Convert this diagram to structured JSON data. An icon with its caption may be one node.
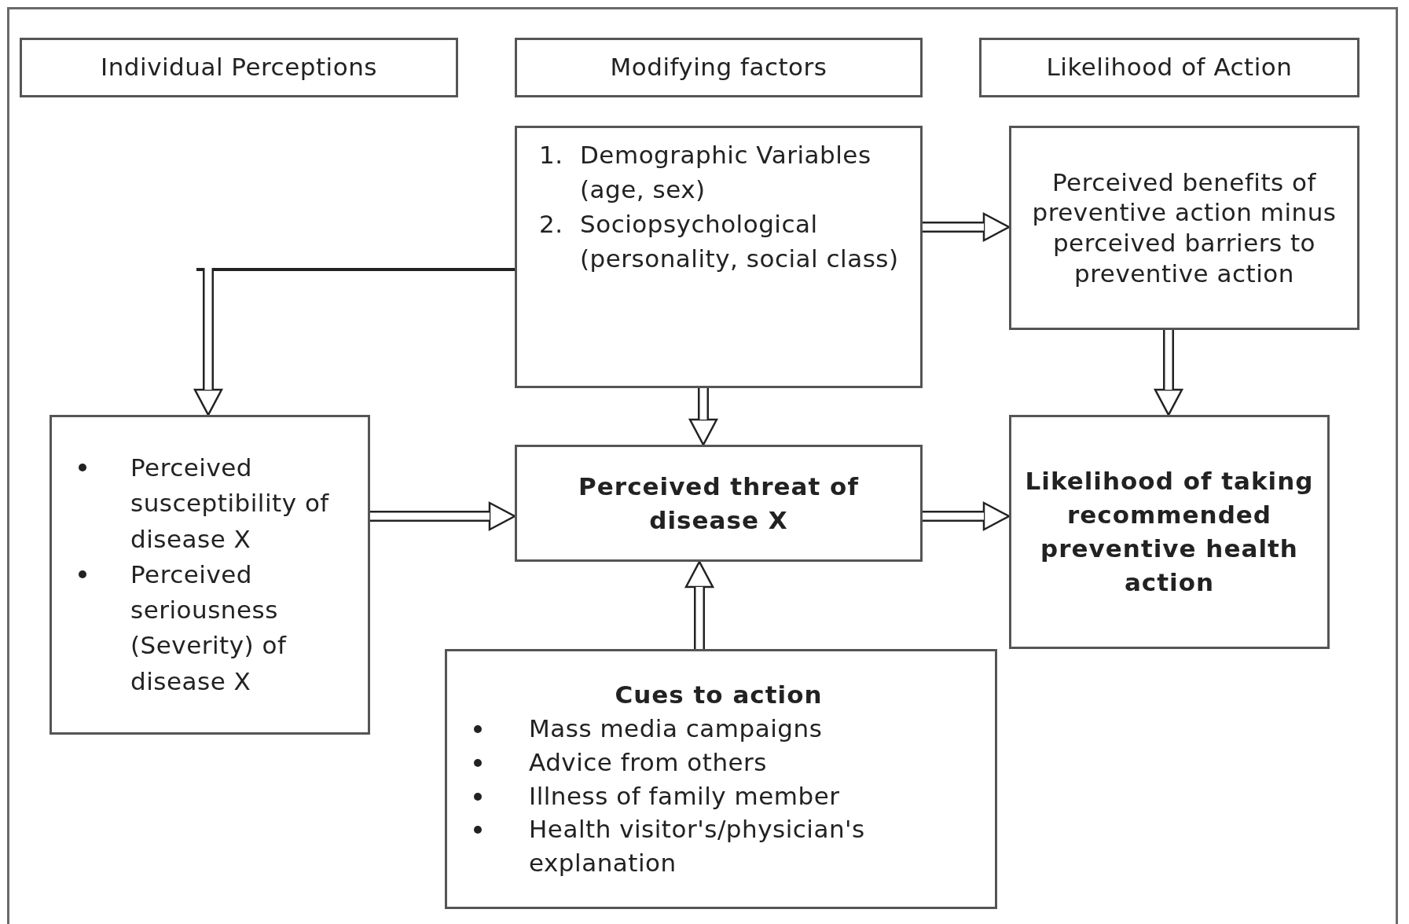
{
  "diagram": {
    "nodes": [
      {
        "text": [
          "Individual Perceptions"
        ]
      },
      {
        "text": [
          "Modifying factors"
        ]
      },
      {
        "text": [
          "Likelihood of Action"
        ]
      },
      {
        "text": [
          "1. Demographic Variables (age, sex)",
          "2. Sociopsychological (personality, social class)"
        ]
      },
      {
        "text": [
          "Perceived benefits of preventive action minus perceived barriers to preventive action"
        ]
      },
      {
        "text": [
          "Perceived susceptibility of disease X",
          "Perceived seriousness (Severity) of disease X"
        ]
      },
      {
        "text": [
          "Perceived threat of disease X"
        ]
      },
      {
        "text": [
          "Likelihood of taking recommended preventive health action"
        ]
      },
      {
        "text": [
          "Cues to action",
          "Mass media campaigns",
          "Advice from others",
          "Illness of family member",
          "Health visitor's/physician's explanation"
        ]
      }
    ],
    "edges": [
      {
        "from": 3,
        "to": 5,
        "arrow": "to"
      },
      {
        "from": 3,
        "to": 4,
        "arrow": "to"
      },
      {
        "from": 3,
        "to": 6,
        "arrow": "to"
      },
      {
        "from": 5,
        "to": 6,
        "arrow": "to"
      },
      {
        "from": 6,
        "to": 7,
        "arrow": "to"
      },
      {
        "from": 4,
        "to": 7,
        "arrow": "to"
      },
      {
        "from": 8,
        "to": 6,
        "arrow": "to"
      }
    ]
  }
}
